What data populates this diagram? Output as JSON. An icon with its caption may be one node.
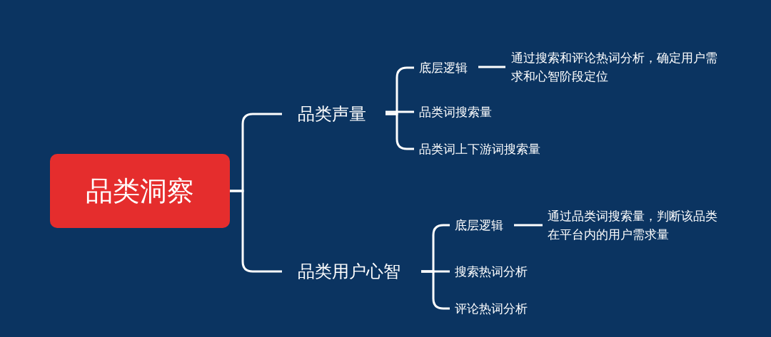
{
  "diagram": {
    "nodes": [
      {
        "text": [
          "品类洞察"
        ]
      },
      {
        "text": [
          "品类声量"
        ]
      },
      {
        "text": [
          "底层逻辑"
        ]
      },
      {
        "text": [
          "通过搜索和评论热词分析，确定用户需求和心智阶段定位"
        ]
      },
      {
        "text": [
          "品类词搜索量"
        ]
      },
      {
        "text": [
          "品类词上下游词搜索量"
        ]
      },
      {
        "text": [
          "品类用户心智"
        ]
      },
      {
        "text": [
          "底层逻辑"
        ]
      },
      {
        "text": [
          "通过品类词搜索量，判断该品类在平台内的用户需求量"
        ]
      },
      {
        "text": [
          "搜索热词分析"
        ]
      },
      {
        "text": [
          "评论热词分析"
        ]
      }
    ],
    "edges": [
      {
        "from": 0,
        "to": 1,
        "arrow": "none"
      },
      {
        "from": 0,
        "to": 6,
        "arrow": "none"
      },
      {
        "from": 1,
        "to": 2,
        "arrow": "none"
      },
      {
        "from": 2,
        "to": 3,
        "arrow": "none"
      },
      {
        "from": 1,
        "to": 4,
        "arrow": "none"
      },
      {
        "from": 1,
        "to": 5,
        "arrow": "none"
      },
      {
        "from": 6,
        "to": 7,
        "arrow": "none"
      },
      {
        "from": 7,
        "to": 8,
        "arrow": "none"
      },
      {
        "from": 6,
        "to": 9,
        "arrow": "none"
      },
      {
        "from": 6,
        "to": 10,
        "arrow": "none"
      }
    ]
  }
}
